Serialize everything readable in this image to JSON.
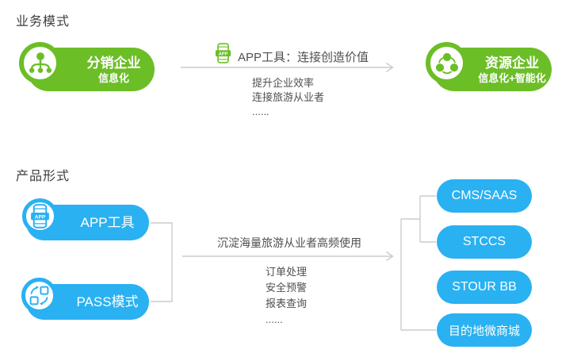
{
  "colors": {
    "green": "#6cbe27",
    "blue": "#29b1f2",
    "line": "#cccccc",
    "text": "#4f4f4f",
    "heading": "#3e3e3e"
  },
  "business": {
    "heading": "业务模式",
    "source": {
      "title": "分销企业",
      "subtitle": "信息化"
    },
    "flow": {
      "icon_label": "APP",
      "label": "APP工具：连接创造价值",
      "points": [
        "提升企业效率",
        "连接旅游从业者",
        "......"
      ]
    },
    "target": {
      "title": "资源企业",
      "subtitle": "信息化+智能化"
    }
  },
  "product": {
    "heading": "产品形式",
    "sources": [
      {
        "label": "APP工具",
        "icon_label": "APP"
      },
      {
        "label": "PASS模式"
      }
    ],
    "flow": {
      "label": "沉淀海量旅游从业者高频使用",
      "points": [
        "订单处理",
        "安全预警",
        "报表查询",
        "......"
      ]
    },
    "outputs": [
      "CMS/SAAS",
      "STCCS",
      "STOUR BB",
      "目的地微商城"
    ]
  }
}
